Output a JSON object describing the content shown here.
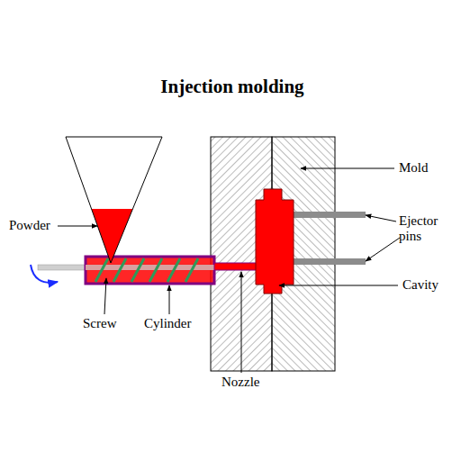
{
  "diagram": {
    "title": "Injection molding",
    "labels": [
      "Powder",
      "Screw",
      "Cylinder",
      "Nozzle",
      "Mold",
      "Ejector pins",
      "Cavity"
    ]
  }
}
